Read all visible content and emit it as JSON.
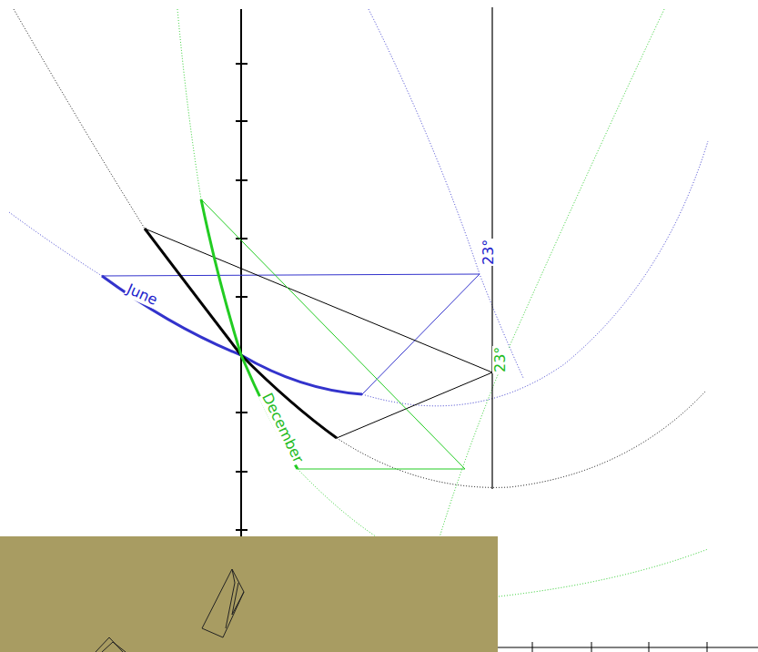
{
  "diagram": {
    "labels": [
      "June",
      "December",
      "23°",
      "23°"
    ]
  }
}
